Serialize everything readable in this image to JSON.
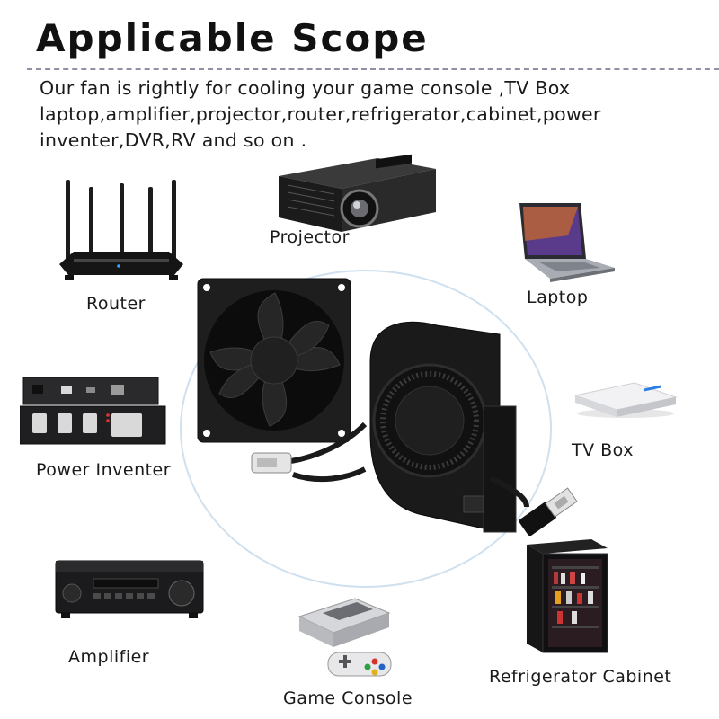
{
  "title": "Applicable Scope",
  "description": {
    "line1": "Our fan is rightly for cooling your game console ,TV Box",
    "line2": "laptop,amplifier,projector,router,refrigerator,cabinet,power",
    "line3": "inventer,DVR,RV and so on ."
  },
  "devices": {
    "projector": "Projector",
    "router": "Router",
    "laptop": "Laptop",
    "tv_box": "TV Box",
    "power_inventer": "Power Inventer",
    "amplifier": "Amplifier",
    "game_console": "Game Console",
    "refrigerator_cabinet": "Refrigerator Cabinet"
  }
}
